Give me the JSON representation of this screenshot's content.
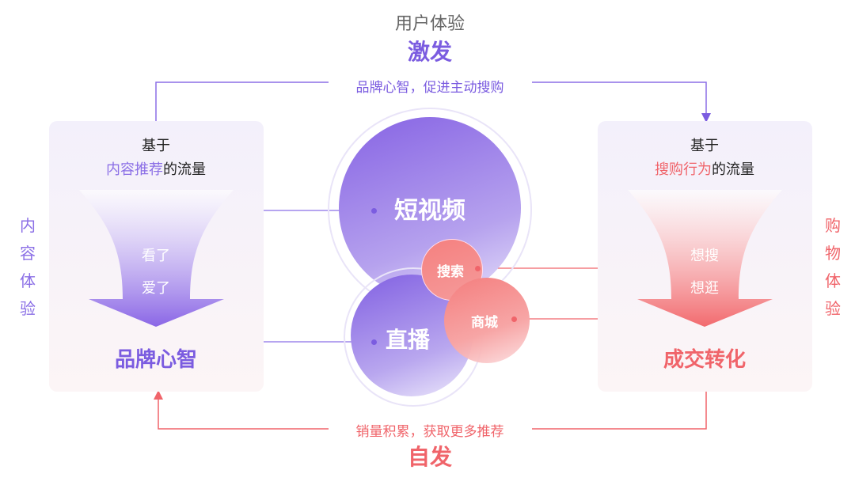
{
  "header": {
    "subtitle": "用户体验",
    "title": "激发"
  },
  "top_loop": {
    "label": "品牌心智，促进主动搜购"
  },
  "bottom_loop": {
    "label": "销量积累，获取更多推荐",
    "title": "自发"
  },
  "left": {
    "side_label": [
      "内",
      "容",
      "体",
      "验"
    ],
    "line1": "基于",
    "highlight": "内容推荐",
    "suffix": "的流量",
    "steps": [
      "看了",
      "爱了"
    ],
    "result": "品牌心智"
  },
  "right": {
    "side_label": [
      "购",
      "物",
      "体",
      "验"
    ],
    "line1": "基于",
    "highlight": "搜购行为",
    "suffix": "的流量",
    "steps": [
      "想搜",
      "想逛"
    ],
    "result": "成交转化"
  },
  "center": {
    "short_video": "短视频",
    "live": "直播",
    "search": "搜索",
    "mall": "商城"
  },
  "colors": {
    "purple": "#7b5ce0",
    "red": "#f0646a",
    "gray": "#666666"
  }
}
